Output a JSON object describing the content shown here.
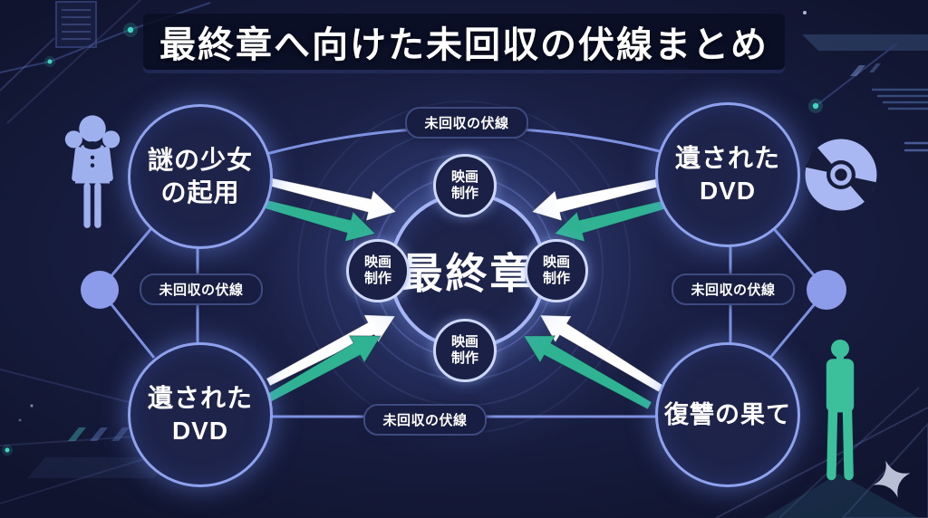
{
  "title": {
    "text": "最終章へ向けた未回収の伏線まとめ"
  },
  "center_node": {
    "label": "最終章"
  },
  "satellite_label": {
    "line1": "映画",
    "line2": "制作"
  },
  "corner_nodes": [
    {
      "position": "top-left",
      "line1": "謎の少女",
      "line2": "の起用"
    },
    {
      "position": "top-right",
      "line1": "遺された",
      "line2": "DVD"
    },
    {
      "position": "bottom-left",
      "line1": "遺された",
      "line2": "DVD"
    },
    {
      "position": "bottom-right",
      "line1": "復讐の果て"
    }
  ],
  "edge_label": {
    "text": "未回収の伏線"
  },
  "icons": {
    "top_left": "girl-silhouette-icon",
    "top_right": "dvd-disc-icon",
    "bottom_right_person": "man-silhouette-icon",
    "bottom_right_sparkle": "sparkle-icon"
  },
  "colors": {
    "background": "#161b3a",
    "node_fill": "#1d2349",
    "node_border": "#8fa2ee",
    "satellite_border": "#ced8f8",
    "connector": "#7d91e0",
    "dot": "#8c9cea",
    "arrow_white": "#ffffff",
    "arrow_teal": "#2fb392",
    "icon_periwinkle": "#9fb0ef",
    "icon_teal": "#3cc09b",
    "text": "#ffffff"
  }
}
